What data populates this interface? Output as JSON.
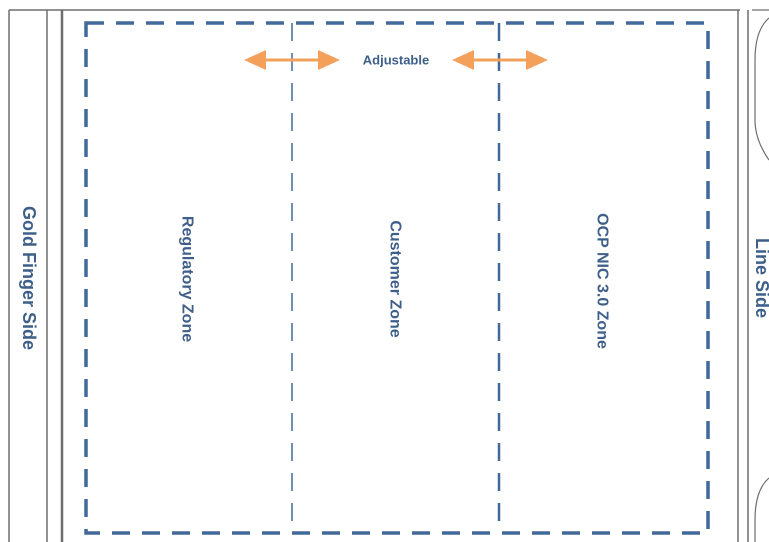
{
  "labels": {
    "adjustable": "Adjustable",
    "gold_finger_side": "Gold Finger Side",
    "regulatory_zone": "Regulatory Zone",
    "customer_zone": "Customer Zone",
    "ocp_zone": "OCP NIC 3.0 Zone",
    "line_side": "Line Side"
  },
  "colors": {
    "zone_dash": "#41699a",
    "label_text": "#3e5f8a",
    "arrow": "#f2a05a",
    "board_outline": "#6e6e6e"
  }
}
